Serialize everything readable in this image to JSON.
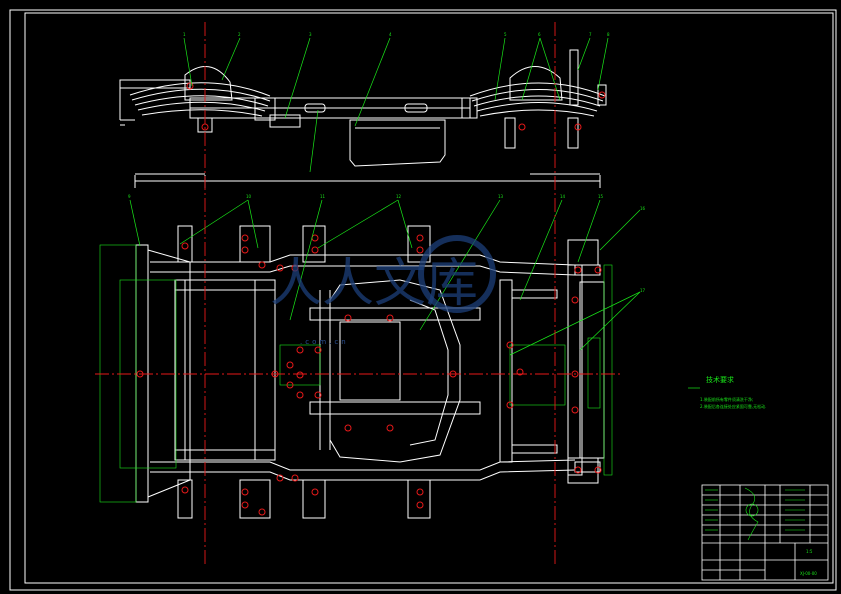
{
  "drawing": {
    "background": "#000000",
    "line_color": "#ffffff",
    "leader_color": "#19e619",
    "centerline_color": "#e61919",
    "hole_color": "#e61919"
  },
  "watermark": {
    "text": "人人文库",
    "url": ".com.cn"
  },
  "notes": {
    "title": "技术要求",
    "lines": [
      "1.装配前所有零件须清洗干净;",
      "2.装配后各连接处应紧固可靠,无松动."
    ]
  },
  "title_block": {
    "drawing_no": "XJ-00-00",
    "scale": "1:5"
  },
  "balloons_top": [
    "1",
    "2",
    "3",
    "4",
    "5",
    "6",
    "7",
    "8"
  ],
  "balloons_plan": [
    "9",
    "10",
    "11",
    "12",
    "13",
    "14",
    "15",
    "16",
    "17"
  ]
}
